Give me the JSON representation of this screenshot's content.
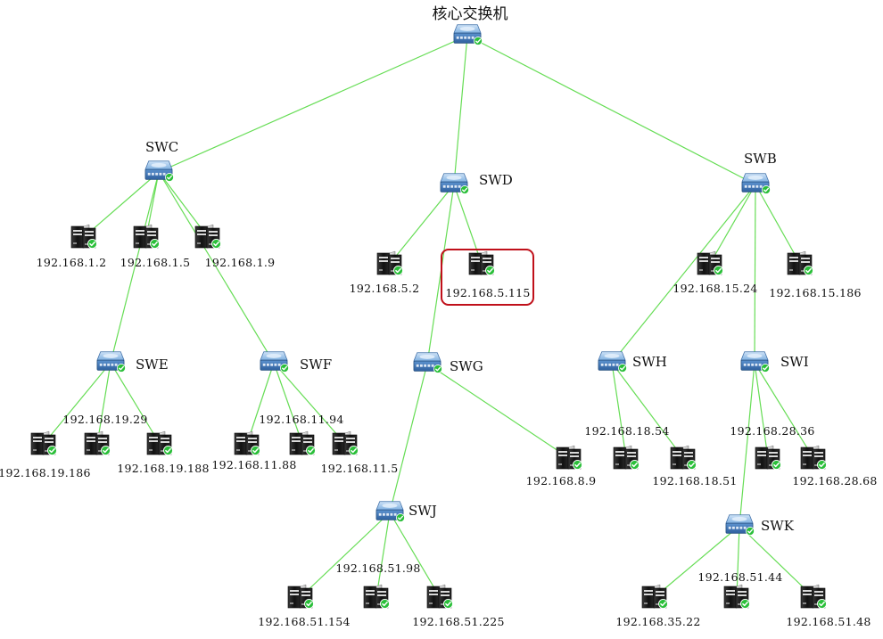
{
  "title": "核心交换机",
  "colors": {
    "link": "#66dd55",
    "selection": "#c0101a",
    "ok_badge": "#2bbf3a",
    "switch_body": "#4f86c6"
  },
  "switches": {
    "core": {
      "label": ""
    },
    "swc": {
      "label": "SWC"
    },
    "swd": {
      "label": "SWD"
    },
    "swb": {
      "label": "SWB"
    },
    "swe": {
      "label": "SWE"
    },
    "swf": {
      "label": "SWF"
    },
    "swg": {
      "label": "SWG"
    },
    "swh": {
      "label": "SWH"
    },
    "swi": {
      "label": "SWI"
    },
    "swj": {
      "label": "SWJ"
    },
    "swk": {
      "label": "SWK"
    }
  },
  "hosts": {
    "h1": {
      "label": "192.168.1.2"
    },
    "h2": {
      "label": "192.168.1.5"
    },
    "h3": {
      "label": "192.168.1.9"
    },
    "h4": {
      "label": "192.168.5.2"
    },
    "h5": {
      "label": "192.168.5.115"
    },
    "h6": {
      "label": "192.168.15.24"
    },
    "h7": {
      "label": "192.168.15.186"
    },
    "h8": {
      "label": "192.168.19.186"
    },
    "h9": {
      "label": "192.168.19.29"
    },
    "h10": {
      "label": "192.168.19.188"
    },
    "h11": {
      "label": "192.168.11.88"
    },
    "h12": {
      "label": "192.168.11.94"
    },
    "h13": {
      "label": "192.168.11.5"
    },
    "h14": {
      "label": "192.168.8.9"
    },
    "h15": {
      "label": "192.168.18.54"
    },
    "h16": {
      "label": "192.168.18.51"
    },
    "h17": {
      "label": "192.168.28.36"
    },
    "h18": {
      "label": "192.168.28.68"
    },
    "h19": {
      "label": "192.168.51.154"
    },
    "h20": {
      "label": "192.168.51.98"
    },
    "h21": {
      "label": "192.168.51.225"
    },
    "h22": {
      "label": "192.168.35.22"
    },
    "h23": {
      "label": "192.168.51.44"
    },
    "h24": {
      "label": "192.168.51.48"
    }
  },
  "selected": "h5",
  "links": [
    [
      "core",
      "swc"
    ],
    [
      "core",
      "swd"
    ],
    [
      "core",
      "swb"
    ],
    [
      "swc",
      "h1"
    ],
    [
      "swc",
      "h2"
    ],
    [
      "swc",
      "h3"
    ],
    [
      "swc",
      "swe"
    ],
    [
      "swc",
      "swf"
    ],
    [
      "swd",
      "h4"
    ],
    [
      "swd",
      "h5"
    ],
    [
      "swd",
      "swg"
    ],
    [
      "swb",
      "h6"
    ],
    [
      "swb",
      "h7"
    ],
    [
      "swb",
      "swi"
    ],
    [
      "swb",
      "swh"
    ],
    [
      "swe",
      "h8"
    ],
    [
      "swe",
      "h9"
    ],
    [
      "swe",
      "h10"
    ],
    [
      "swf",
      "h11"
    ],
    [
      "swf",
      "h12"
    ],
    [
      "swf",
      "h13"
    ],
    [
      "swg",
      "swj"
    ],
    [
      "swg",
      "h14"
    ],
    [
      "swh",
      "h15"
    ],
    [
      "swh",
      "h16"
    ],
    [
      "swi",
      "swk"
    ],
    [
      "swi",
      "h17"
    ],
    [
      "swi",
      "h18"
    ],
    [
      "swj",
      "h19"
    ],
    [
      "swj",
      "h20"
    ],
    [
      "swj",
      "h21"
    ],
    [
      "swk",
      "h22"
    ],
    [
      "swk",
      "h23"
    ],
    [
      "swk",
      "h24"
    ]
  ]
}
